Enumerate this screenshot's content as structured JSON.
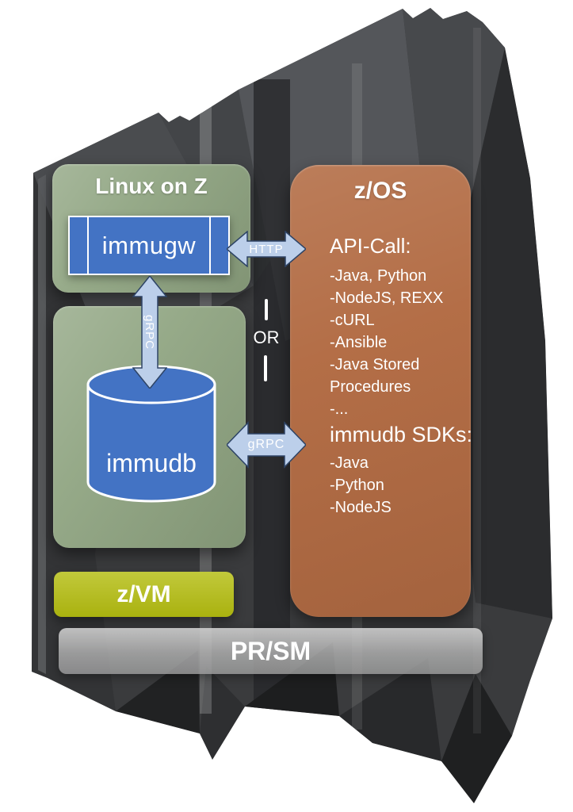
{
  "colors": {
    "green_box": "#90A582",
    "orange_box": "#B26B43",
    "blue_box": "#4373C4",
    "yellow_box": "#B4BD10",
    "gray_bar": "#ABABAB",
    "arrow_fill": "#BCCFEA",
    "arrow_border": "#2E4466",
    "machine_dark": "#3A3B3D"
  },
  "linux_on_z": {
    "title": "Linux on Z",
    "gateway_label": "immugw"
  },
  "immudb_partition": {
    "database_label": "immudb"
  },
  "zos": {
    "title": "z/OS",
    "api_call": {
      "heading": "API-Call:",
      "items": [
        "-Java, Python",
        "-NodeJS, REXX",
        "-cURL",
        "-Ansible",
        "-Java Stored Procedures",
        "-..."
      ]
    },
    "sdks": {
      "heading": "immudb SDKs:",
      "items": [
        "-Java",
        "-Python",
        "-NodeJS"
      ]
    }
  },
  "connections": {
    "http_label": "HTTP",
    "grpc_vertical_label": "gRPC",
    "grpc_horizontal_label": "gRPC",
    "or_label": "OR"
  },
  "zvm_label": "z/VM",
  "prsm_label": "PR/SM"
}
